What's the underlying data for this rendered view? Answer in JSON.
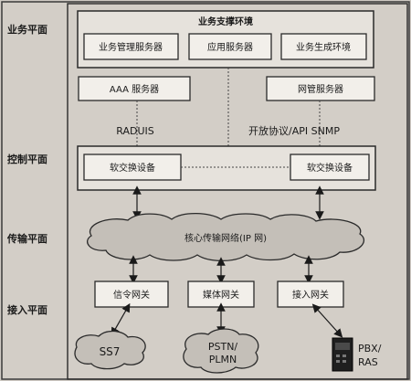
{
  "planes": {
    "service": "业务平面",
    "control": "控制平面",
    "transport": "传输平面",
    "access": "接入平面"
  },
  "service_layer": {
    "env_title": "业务支撑环境",
    "mgmt_server": "业务管理服务器",
    "app_server": "应用服务器",
    "gen_env": "业务生成环境",
    "aaa_server": "AAA 服务器",
    "nms_server": "网管服务器"
  },
  "protocols": {
    "radius": "RADUIS",
    "open": "开放协议/API  SNMP"
  },
  "control_layer": {
    "softswitch_left": "软交换设备",
    "softswitch_right": "软交换设备"
  },
  "transport_layer": {
    "core_network": "核心传输网络(IP 网)"
  },
  "access_layer": {
    "signaling_gw": "信令网关",
    "media_gw": "媒体网关",
    "access_gw": "接入网关"
  },
  "endpoints": {
    "ss7": "SS7",
    "pstn_line1": "PSTN/",
    "pstn_line2": "PLMN",
    "pbx_line1": "PBX/",
    "pbx_line2": "RAS"
  }
}
